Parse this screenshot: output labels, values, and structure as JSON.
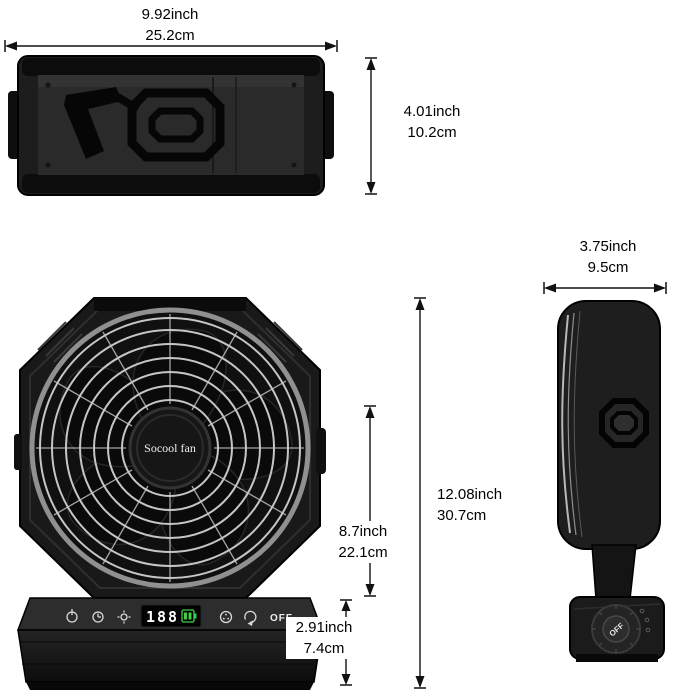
{
  "page": {
    "background": "#ffffff"
  },
  "dimensions": {
    "top_width_inch": "9.92inch",
    "top_width_cm": "25.2cm",
    "top_height_inch": "4.01inch",
    "top_height_cm": "10.2cm",
    "side_width_inch": "3.75inch",
    "side_width_cm": "9.5cm",
    "total_height_inch": "12.08inch",
    "total_height_cm": "30.7cm",
    "head_height_inch": "8.7inch",
    "head_height_cm": "22.1cm",
    "base_height_inch": "2.91inch",
    "base_height_cm": "7.4cm"
  },
  "product": {
    "brand_label": "Socool fan",
    "led_display_value": "188",
    "panel_off_label": "OFF",
    "side_knob_label": "OFF",
    "panel_icons": [
      "power-icon",
      "clock-icon",
      "light-icon",
      "battery-icon",
      "fan-speed-icon",
      "oscillation-icon"
    ]
  },
  "colors": {
    "body_dark": "#1b1b1b",
    "grille_wire": "#c6c6c6",
    "led_green": "#3fcf4a",
    "dimension_line": "#111111"
  }
}
